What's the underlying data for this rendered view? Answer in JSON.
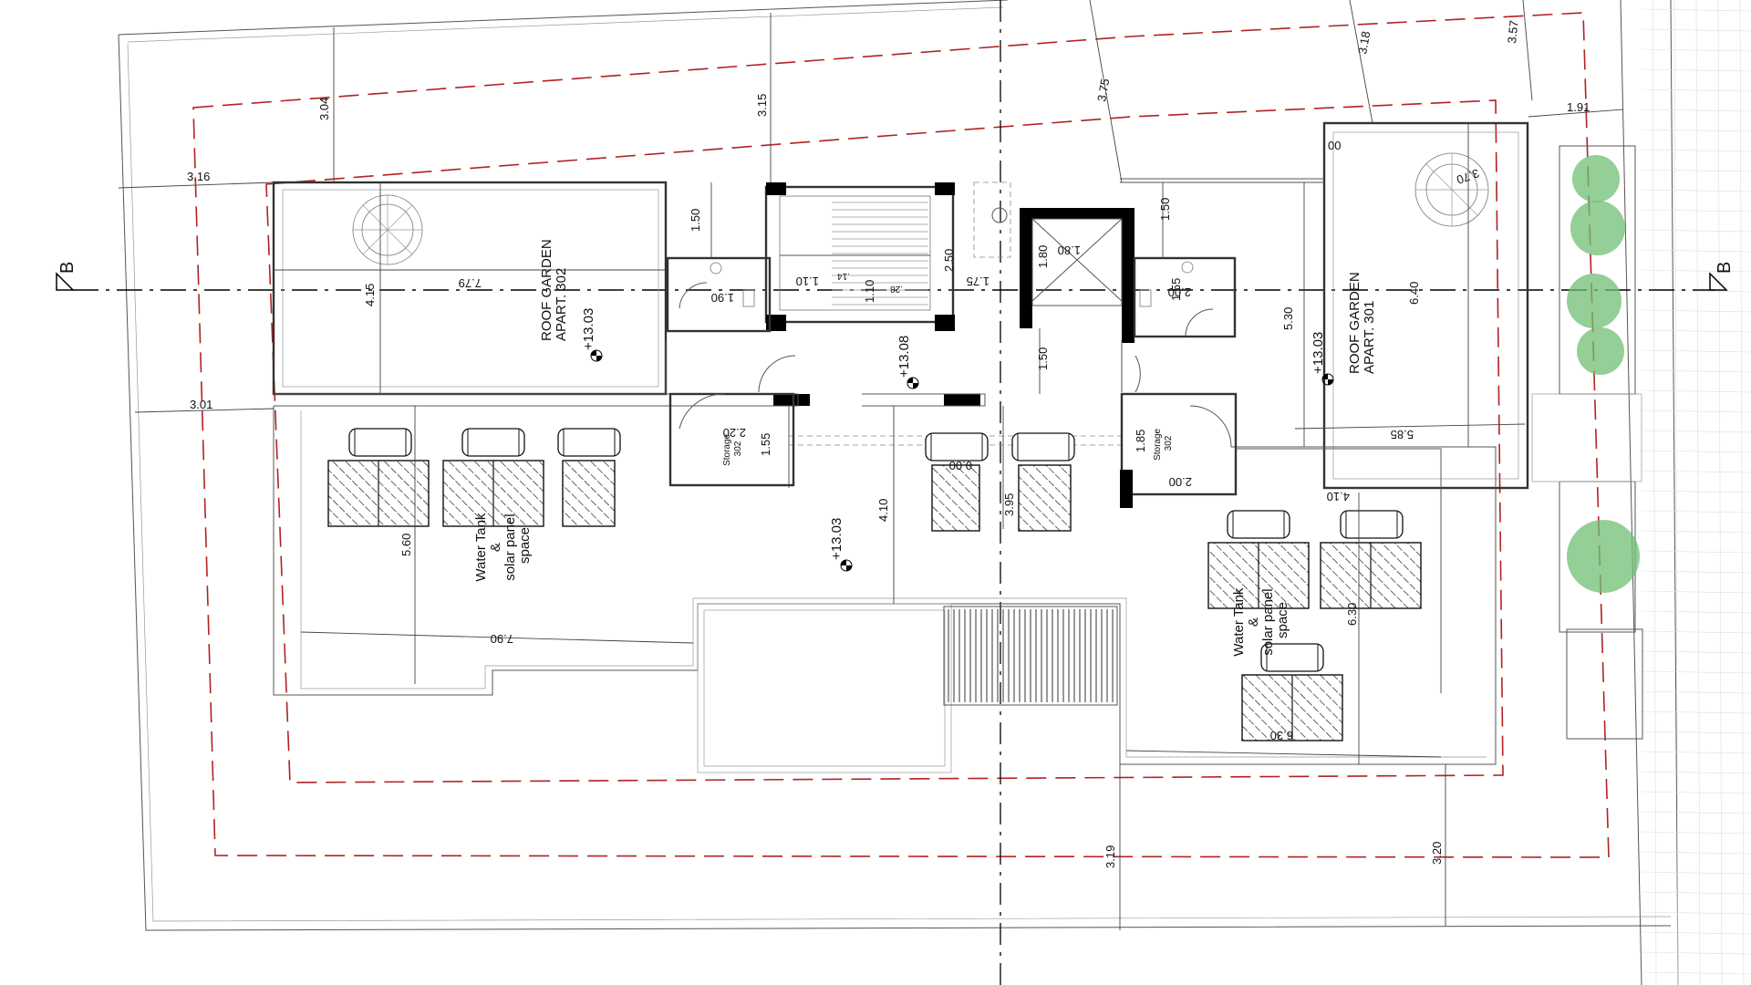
{
  "section_markers": {
    "left": "B",
    "right": "B"
  },
  "labels": {
    "roof_garden_302": [
      "ROOF GARDEN",
      "APART. 302"
    ],
    "roof_garden_301": [
      "ROOF GARDEN",
      "APART. 301"
    ],
    "water_tank_left": [
      "Water Tank",
      "&",
      "solar panel",
      "space"
    ],
    "water_tank_right": [
      "Water Tank",
      "&",
      "solar panel",
      "space"
    ],
    "storage_left": [
      "Storage",
      "302"
    ],
    "storage_right": [
      "Storage",
      "302"
    ]
  },
  "levels": {
    "l1": "+13.03",
    "l2": "+13.08",
    "l3": "+13.03",
    "l4": "+13.03"
  },
  "dimensions": {
    "d_304": "3.04",
    "d_315": "3.15",
    "d_375": "3.75",
    "d_318": "3.18",
    "d_357": "3.57",
    "d_191": "1.91",
    "d_316": "3.16",
    "d_150a": "1.50",
    "d_250": "2.50",
    "d_779": "7.79",
    "d_415": "4.15",
    "d_190": "1.90",
    "d_110a": "1.10",
    "d_110b": "1.10",
    "d_14": ".14",
    "d_28": ".28",
    "d_175": "1.75",
    "d_180a": "1.80",
    "d_180b": "1.80",
    "d_150b": "1.50",
    "d_200a": "2.00",
    "d_155a": "1.55",
    "d_370": "3.70",
    "d_00": "00",
    "d_530": "5.30",
    "d_640": "6.40",
    "d_150c": "1.50",
    "d_301": "3.01",
    "d_585": "5.85",
    "d_220": "2.20",
    "d_155b": "1.55",
    "d_000": "0.00",
    "d_185": "1.85",
    "d_200b": "2.00",
    "d_410a": "4.10",
    "d_395": "3.95",
    "d_410b": "4.10",
    "d_560": "5.60",
    "d_790": "7.90",
    "d_630a": "6.30",
    "d_630b": "6.30",
    "d_319": "3.19",
    "d_320": "3.20"
  },
  "colors": {
    "setback_line": "#b22222",
    "vegetation": "#6fbf73"
  }
}
